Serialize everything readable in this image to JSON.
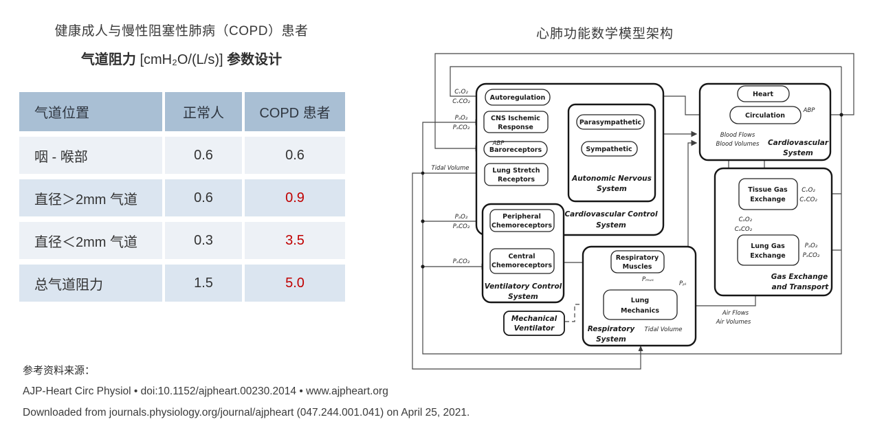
{
  "left_panel": {
    "title_line1": "健康成人与慢性阻塞性肺病（COPD）患者",
    "title_bold1": "气道阻力",
    "title_mid": " [cmH₂O/(L/s)] ",
    "title_bold2": "参数设计",
    "table": {
      "headers": [
        "气道位置",
        "正常人",
        "COPD 患者"
      ],
      "rows": [
        {
          "label": "咽 - 喉部",
          "normal": "0.6",
          "copd": "0.6"
        },
        {
          "label": "直径＞2mm 气道",
          "normal": "0.6",
          "copd": "0.9"
        },
        {
          "label": "直径＜2mm 气道",
          "normal": "0.3",
          "copd": "3.5"
        },
        {
          "label": "总气道阻力",
          "normal": "1.5",
          "copd": "5.0"
        }
      ]
    }
  },
  "footer": {
    "source_label": "参考资料来源：",
    "citation": "AJP-Heart Circ Physiol • doi:10.1152/ajpheart.00230.2014 • www.ajpheart.org",
    "download_note": "Downloaded from journals.physiology.org/journal/ajpheart (047.244.001.041) on April 25, 2021."
  },
  "diagram": {
    "title": "心肺功能数学模型架构",
    "blocks": {
      "autoregulation": "Autoregulation",
      "cns_line1": "CNS Ischemic",
      "cns_line2": "Response",
      "baroreceptors": "Baroreceptors",
      "lsr_line1": "Lung Stretch",
      "lsr_line2": "Receptors",
      "parasympathetic": "Parasympathetic",
      "sympathetic": "Sympathetic",
      "peripheral": "Peripheral",
      "central": "Central",
      "chemoreceptors": "Chemoreceptors",
      "resp_muscles_line1": "Respiratory",
      "resp_muscles_line2": "Muscles",
      "lung_mech_line1": "Lung",
      "lung_mech_line2": "Mechanics",
      "heart": "Heart",
      "circulation": "Circulation",
      "tge_line1": "Tissue Gas",
      "lge_line1": "Lung Gas",
      "exchange": "Exchange",
      "mv_line1": "Mechanical",
      "mv_line2": "Ventilator"
    },
    "systems": {
      "ans_line1": "Autonomic Nervous",
      "cvcs_line1": "Cardiovascular Control",
      "vcs_line1": "Ventilatory Control",
      "rs_line1": "Respiratory",
      "cv_line1": "Cardiovascular",
      "get_line1": "Gas Exchange",
      "get_line2": "and Transport",
      "system_word": "System"
    },
    "signals": {
      "cvo2": "CᵥO₂",
      "cvco2": "CᵥCO₂",
      "pao2": "PₐO₂",
      "paco2": "PₐCO₂",
      "cao2": "CₐO₂",
      "caco2": "CₐCO₂",
      "abp": "ABP",
      "tidal_volume": "Tidal Volume",
      "pmus": "Pₘᵤₛ",
      "ppl": "Pₚₗ",
      "blood_flows": "Blood Flows",
      "blood_volumes": "Blood Volumes",
      "air_flows": "Air Flows",
      "air_volumes": "Air Volumes"
    }
  },
  "theme": {
    "table_header_bg": "#a9bfd4",
    "table_row_light": "#edf1f6",
    "table_row_blue": "#dbe5f0",
    "accent_red": "#c00000",
    "text_dark": "#333333"
  }
}
